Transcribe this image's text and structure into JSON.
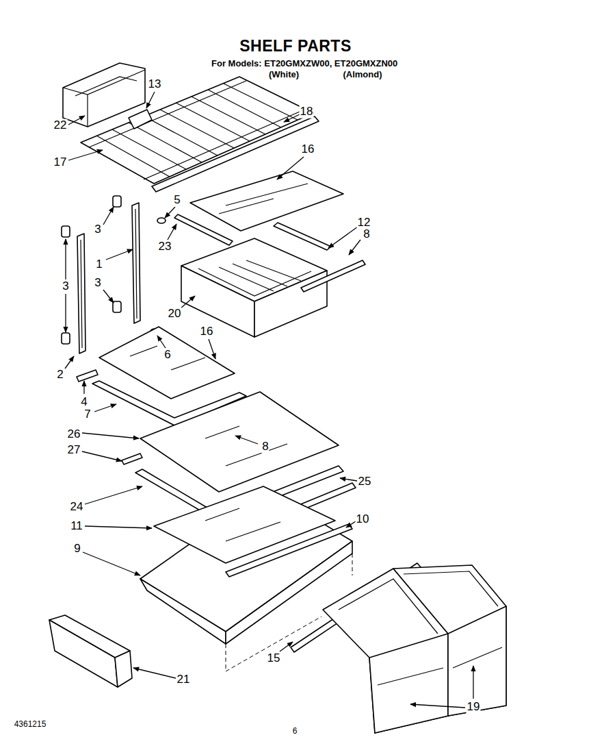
{
  "diagram": {
    "title": "SHELF PARTS",
    "labels": [
      "For Models: ET20GMXZW00, ET20GMXZN00",
      "(White)",
      "(Almond)",
      "22",
      "13",
      "18",
      "17",
      "16",
      "5",
      "3",
      "12",
      "23",
      "8",
      "1",
      "3",
      "3",
      "20",
      "16",
      "6",
      "2",
      "4",
      "7",
      "8",
      "26",
      "27",
      "25",
      "24",
      "11",
      "10",
      "9",
      "15",
      "21",
      "19",
      "4361215",
      "6"
    ]
  }
}
